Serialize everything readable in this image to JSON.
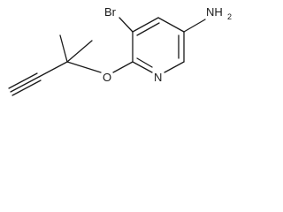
{
  "structure": {
    "atoms": {
      "bromine": "Br",
      "amine": {
        "main": "NH",
        "subscript": "2"
      },
      "ring_nitrogen": "N",
      "ether_oxygen": "O"
    }
  }
}
